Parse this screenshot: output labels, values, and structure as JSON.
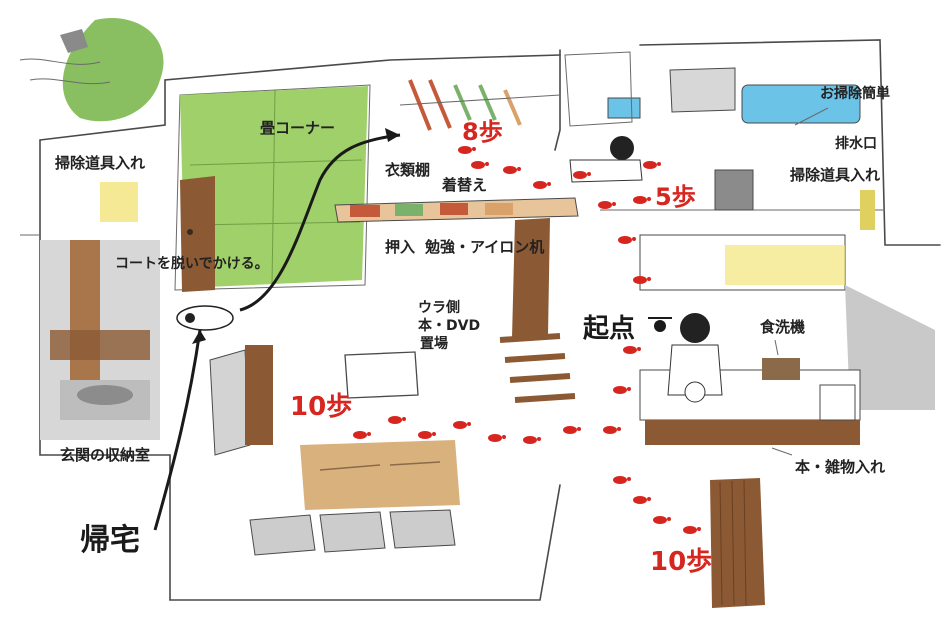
{
  "labels": {
    "tatami_corner": "畳コーナー",
    "clothes_shelf": "衣類棚",
    "changing": "着替え",
    "closet": "押入",
    "study": "勉強・アイロン机",
    "back_side": "ウラ側",
    "book_dvd": "本・DVD",
    "storage_place": "置場",
    "cleaning_tools_left": "掃除道具入れ",
    "coat": "コートを脱いでかける。",
    "entrance_storage": "玄関の収納室",
    "cleaning_easy": "お掃除簡単",
    "drain": "排水口",
    "cleaning_tools_right": "掃除道具入れ",
    "dishwasher": "食洗機",
    "books_misc": "本・雑物入れ",
    "start_point": "起点",
    "coming_home": "帰宅"
  },
  "steps": {
    "to_tatami": "8歩",
    "to_bath": "5歩",
    "to_entrance": "10歩",
    "to_bottom": "10歩"
  },
  "colors": {
    "footprint_red": "#d7261f",
    "tatami_green": "#9fd06a",
    "wood_brown": "#8b5a34",
    "sofa_tan": "#d9b17c",
    "water_blue": "#6cc3e8",
    "gray_shade": "#b9b9b9"
  }
}
